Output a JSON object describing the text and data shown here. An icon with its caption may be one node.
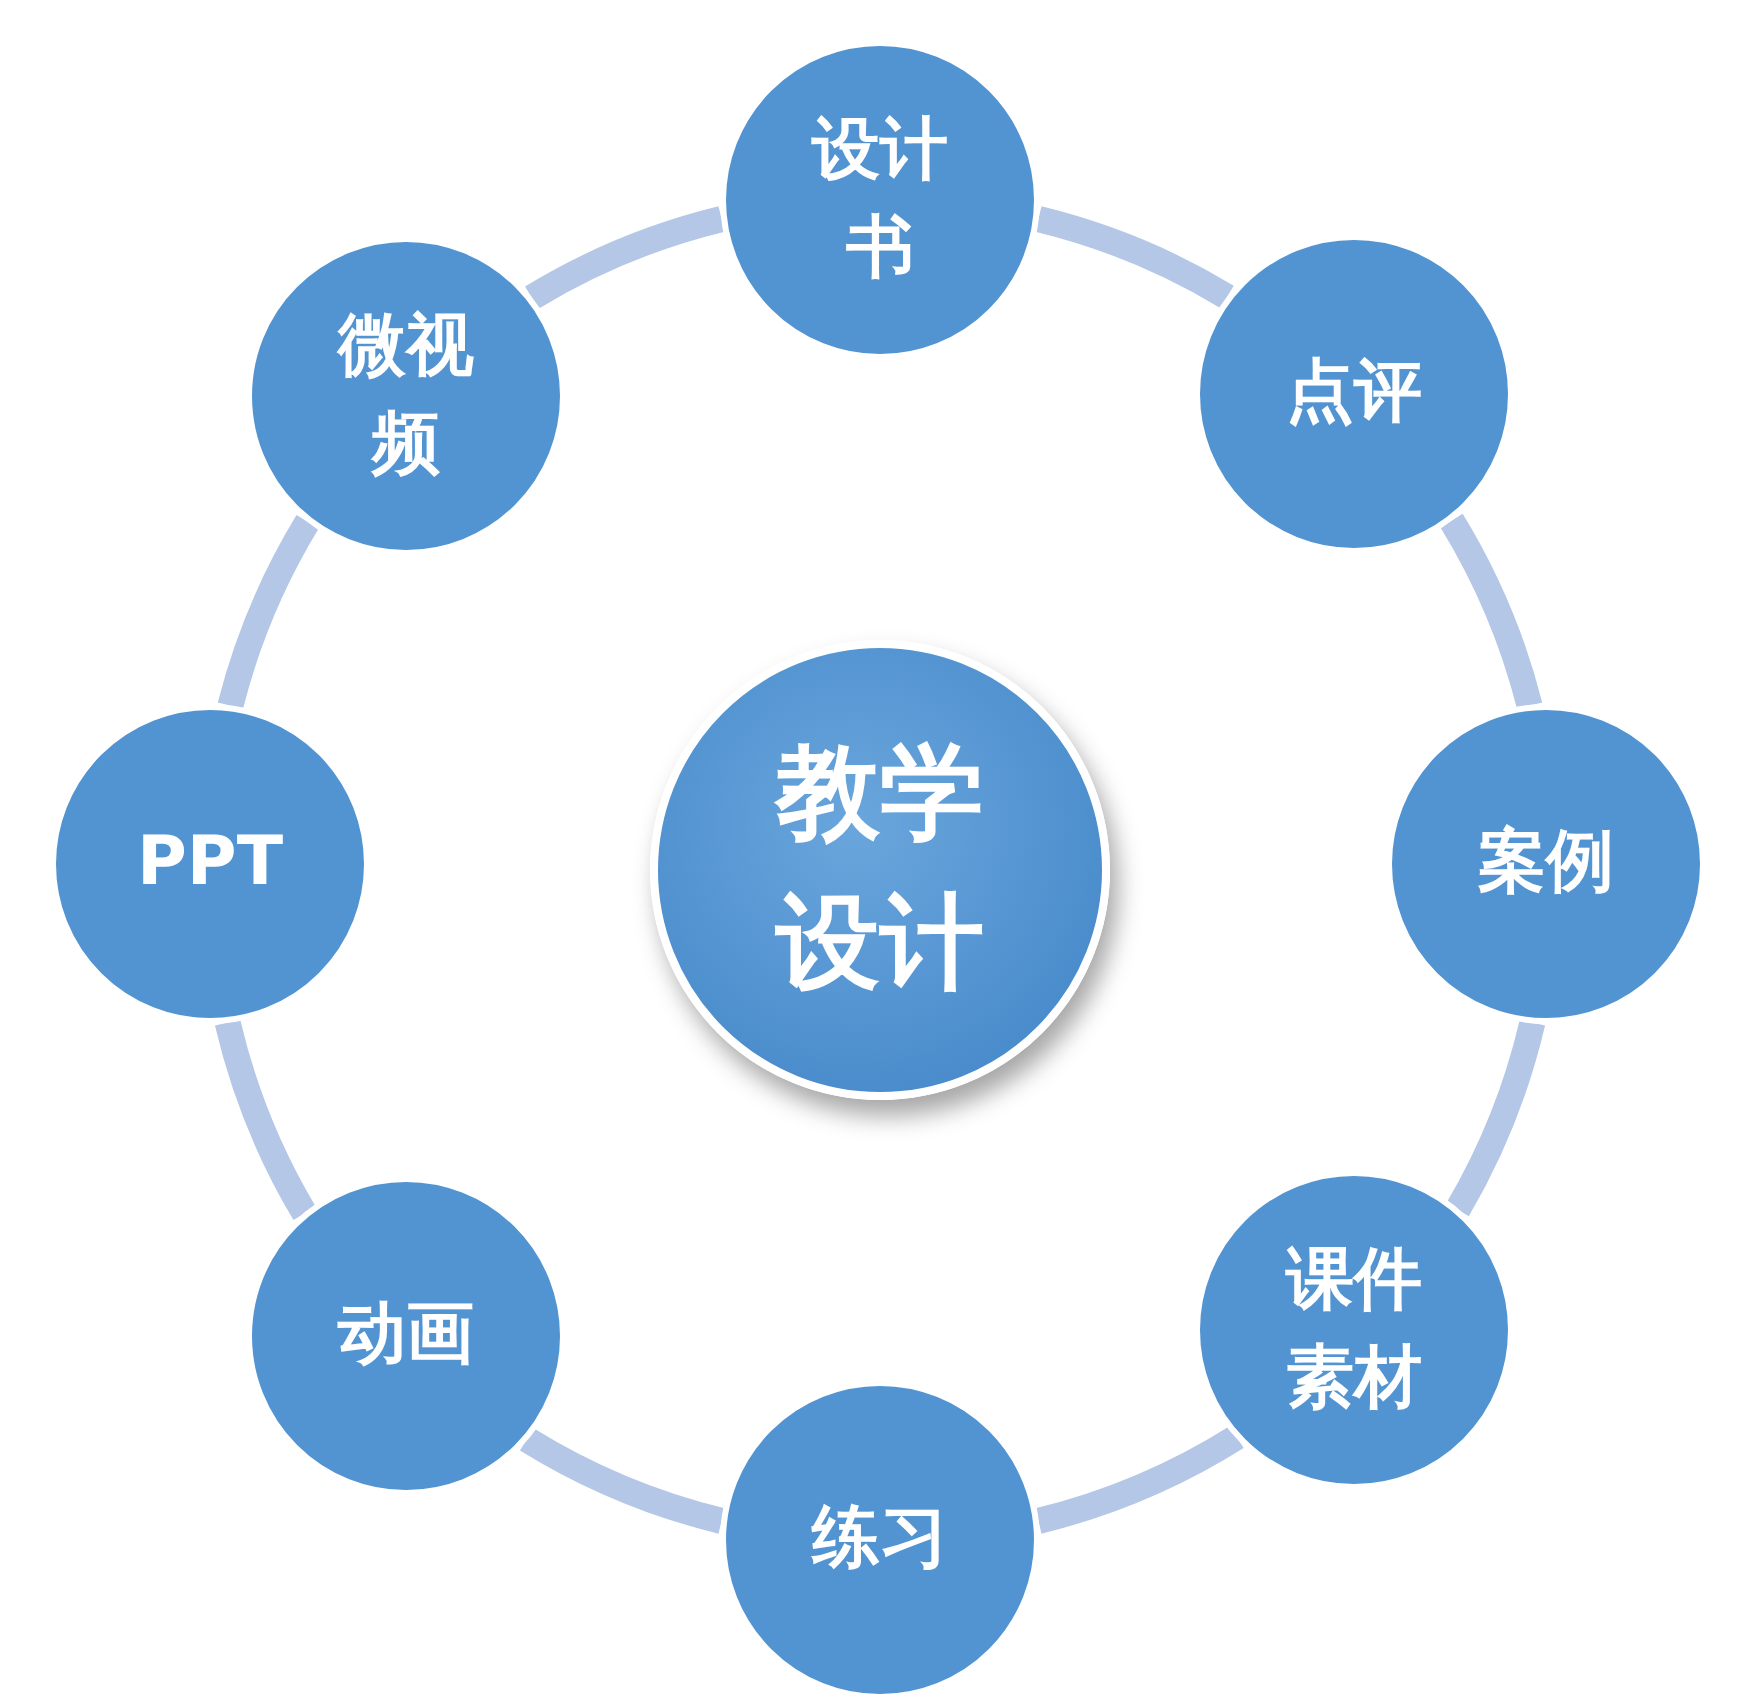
{
  "diagram": {
    "nodes": [
      {
        "text": [
          "教学设计"
        ]
      },
      {
        "text": [
          "设计书"
        ]
      },
      {
        "text": [
          "点评"
        ]
      },
      {
        "text": [
          "案例"
        ]
      },
      {
        "text": [
          "课件素材"
        ]
      },
      {
        "text": [
          "练习"
        ]
      },
      {
        "text": [
          "动画"
        ]
      },
      {
        "text": [
          "PPT"
        ]
      },
      {
        "text": [
          "微视频"
        ]
      }
    ],
    "edges": [
      {
        "from": 1,
        "to": 2,
        "arrow": "none"
      },
      {
        "from": 2,
        "to": 3,
        "arrow": "none"
      },
      {
        "from": 3,
        "to": 4,
        "arrow": "none"
      },
      {
        "from": 4,
        "to": 5,
        "arrow": "none"
      },
      {
        "from": 5,
        "to": 6,
        "arrow": "none"
      },
      {
        "from": 6,
        "to": 7,
        "arrow": "none"
      },
      {
        "from": 7,
        "to": 8,
        "arrow": "none"
      },
      {
        "from": 8,
        "to": 1,
        "arrow": "none"
      }
    ]
  }
}
